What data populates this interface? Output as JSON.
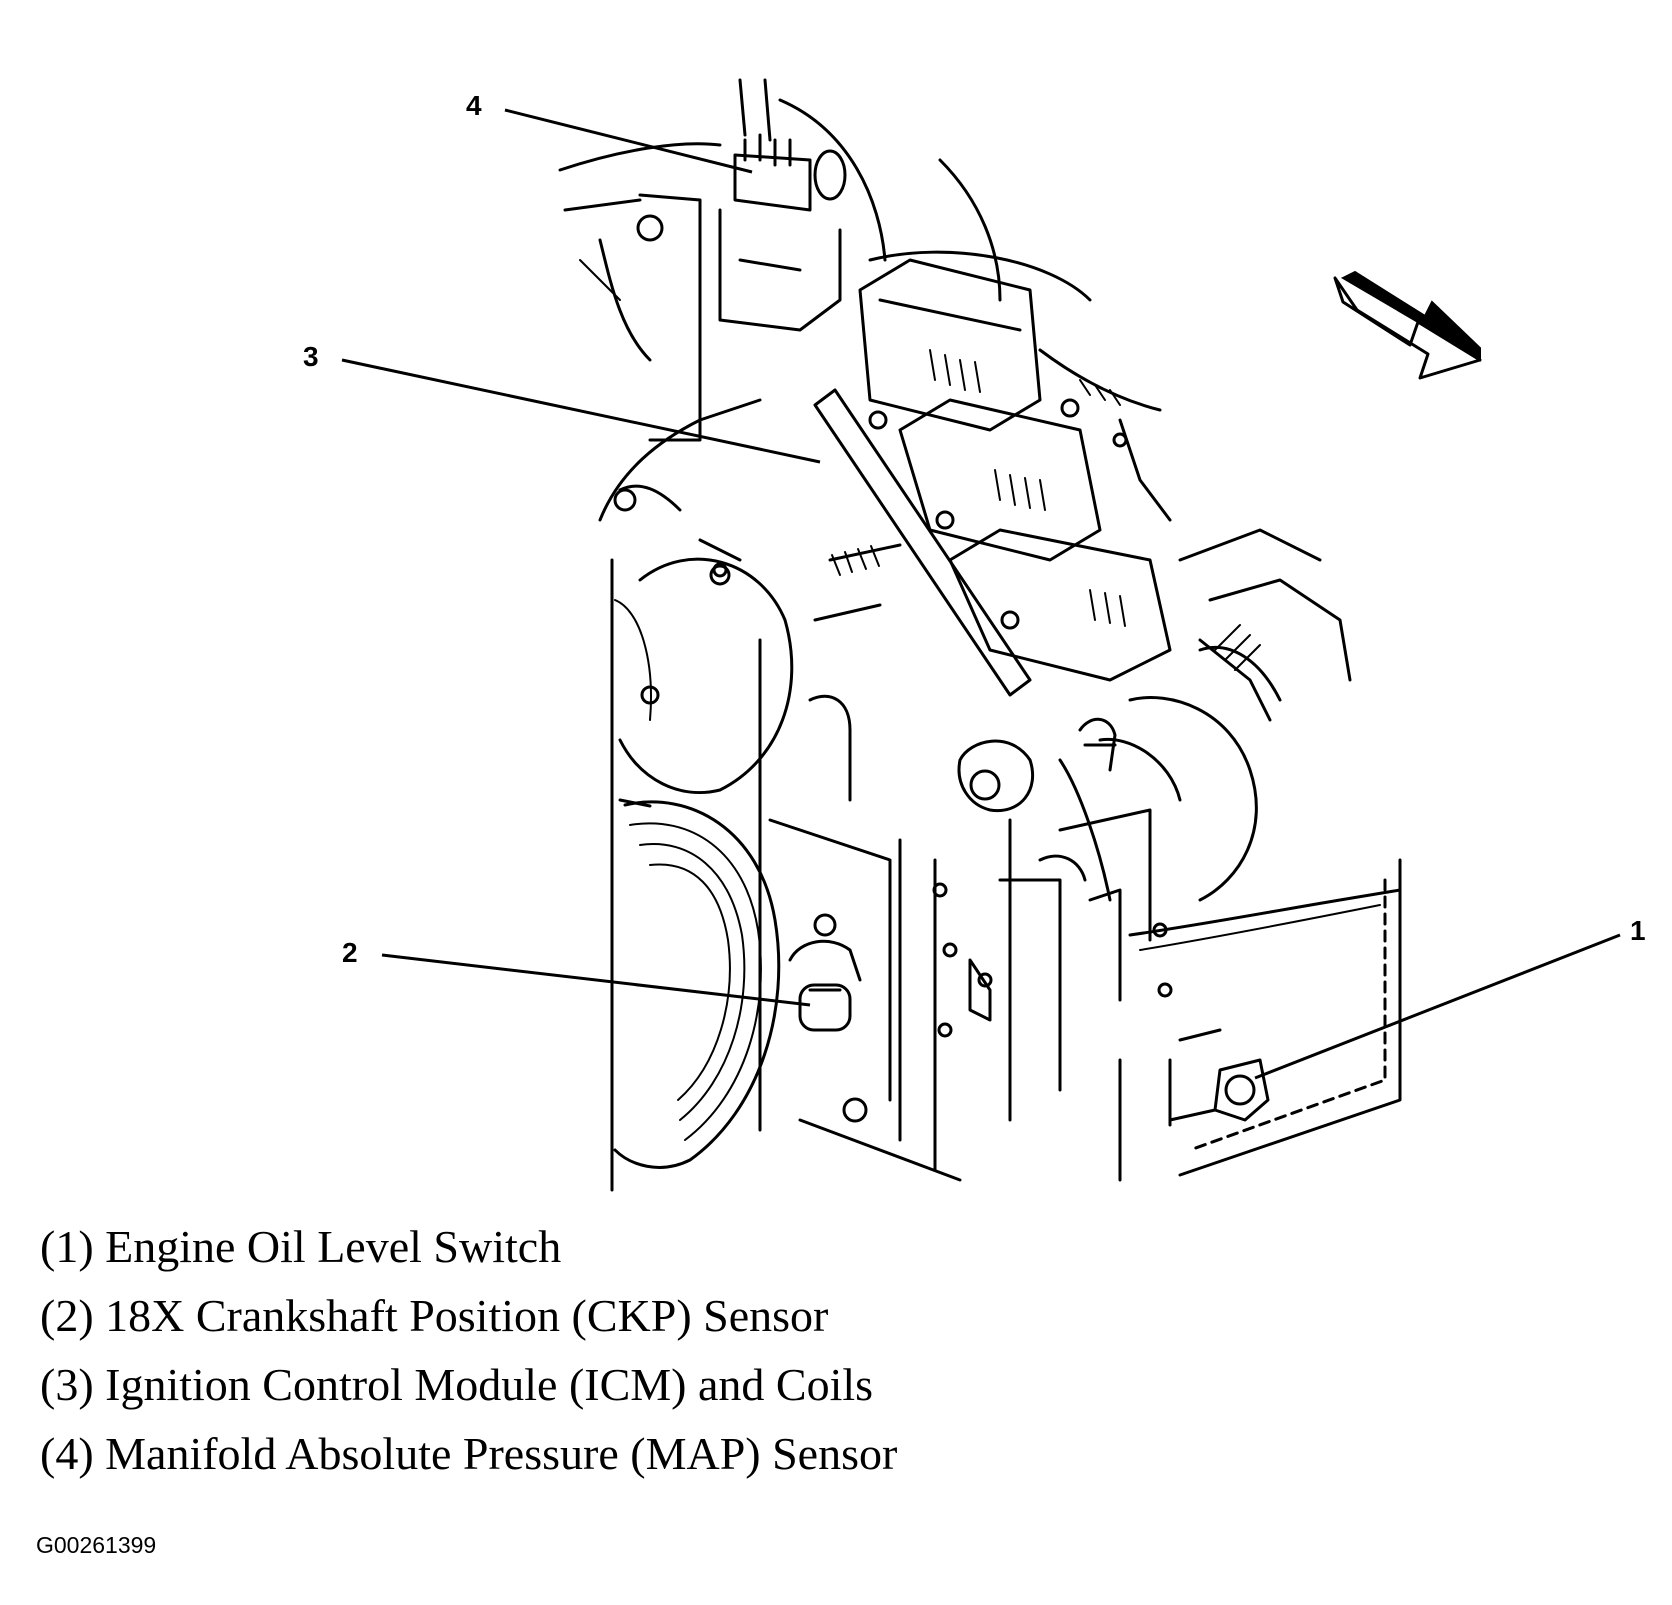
{
  "callouts": {
    "c1": "1",
    "c2": "2",
    "c3": "3",
    "c4": "4"
  },
  "legend": {
    "items": [
      "(1) Engine Oil Level Switch",
      "(2) 18X Crankshaft Position (CKP) Sensor",
      "(3) Ignition Control Module (ICM) and Coils",
      "(4) Manifold Absolute Pressure (MAP) Sensor"
    ]
  },
  "figure_id": "G00261399",
  "icons": {
    "direction_arrow": "front-direction-arrow-icon"
  }
}
